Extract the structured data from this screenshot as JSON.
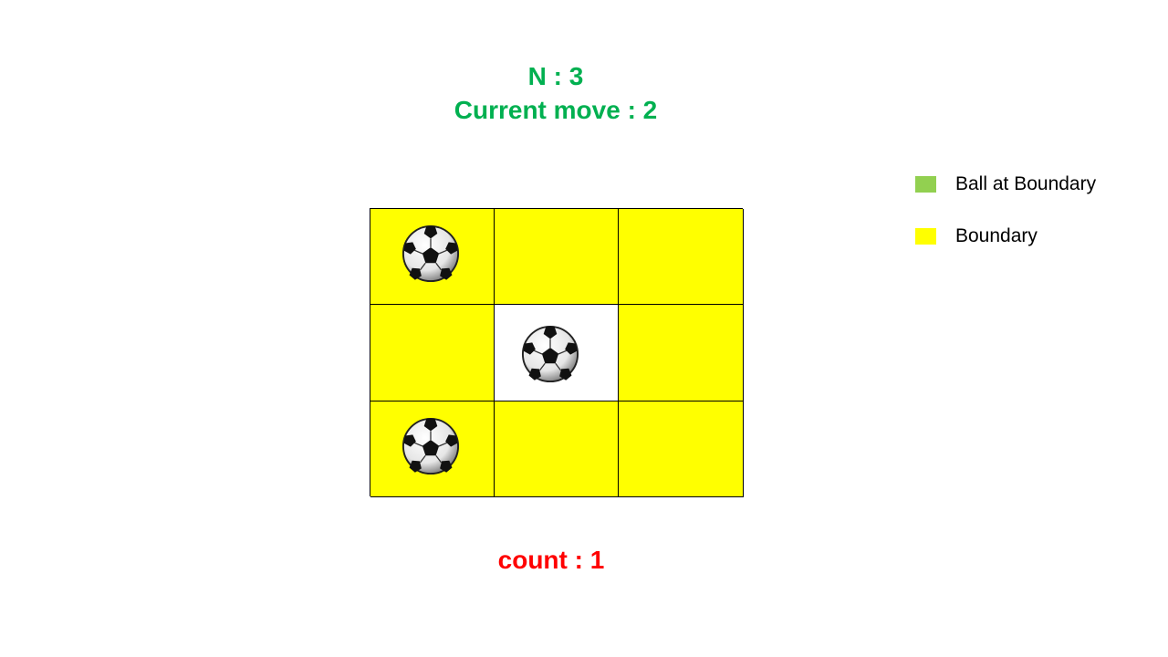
{
  "header": {
    "n_label": "N : 3",
    "move_label": "Current move : 2"
  },
  "grid": {
    "size": 3,
    "colors": {
      "boundary": "#ffff00",
      "interior": "#ffffff",
      "ball_at_boundary": "#92d050"
    },
    "cells": [
      [
        "boundary",
        "boundary",
        "boundary"
      ],
      [
        "boundary",
        "interior",
        "boundary"
      ],
      [
        "boundary",
        "boundary",
        "boundary"
      ]
    ],
    "balls": [
      {
        "row": 0,
        "col": 0
      },
      {
        "row": 1,
        "col": 1
      },
      {
        "row": 2,
        "col": 0
      }
    ]
  },
  "footer": {
    "count_label": "count : 1"
  },
  "legend": [
    {
      "label": "Ball at Boundary",
      "color": "#92d050"
    },
    {
      "label": "Boundary",
      "color": "#ffff00"
    }
  ]
}
